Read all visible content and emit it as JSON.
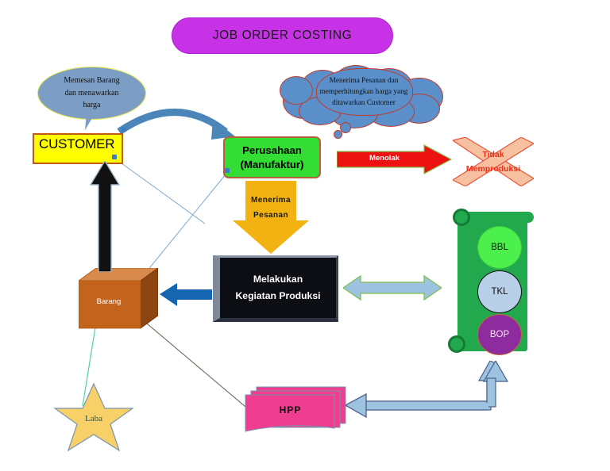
{
  "title": {
    "label": "JOB ORDER COSTING"
  },
  "nodes": {
    "customer": {
      "label": "CUSTOMER",
      "fill": "#ffff00",
      "border": "#c05a10"
    },
    "company": {
      "label": "Perusahaan\n(Manufaktur)",
      "line1": "Perusahaan",
      "line2": "(Manufaktur)",
      "fill": "#33dd33",
      "border": "#b5603a"
    },
    "production": {
      "line1": "Melakukan",
      "line2": "Kegiatan Produksi",
      "fill": "#0d0d14"
    },
    "goods": {
      "label": "Barang",
      "fill": "#c4641c"
    },
    "profit": {
      "label": "Laba",
      "fill": "#f7d067"
    },
    "hpp": {
      "label": "HPP",
      "fill": "#ef3d8f"
    },
    "reject": {
      "line1": "Tidak",
      "line2": "Memproduksi",
      "fill": "#f7c0a0",
      "text_color": "#e8301a"
    }
  },
  "bubbles": {
    "customer_speech": {
      "line1": "Memesan Barang",
      "line2": "dan menawarkan",
      "line3": "harga",
      "fill": "#7d9ec4",
      "border": "#e8e84a"
    },
    "company_thought": {
      "line1": "Menerima Pesanan dan",
      "line2": "memperhitungkan harga yang",
      "line3": "ditawarkan Customer",
      "fill": "#5b8fc9",
      "border": "#c0392b"
    }
  },
  "arrows": {
    "reject": {
      "label": "Menolak",
      "fill": "#ee1111",
      "border": "#7fbf4f"
    },
    "accept": {
      "line1": "Menerima",
      "line2": "Pesanan",
      "fill": "#f2b312"
    },
    "production_to_goods": {
      "label": "",
      "fill": "#1565b0"
    },
    "production_to_resources": {
      "label": "",
      "fill": "#9dc3e0",
      "border": "#7fbf4f"
    },
    "resources_to_hpp": {
      "label": "",
      "fill": "#9dc3e0",
      "border": "#4a5f8a"
    },
    "goods_to_customer": {
      "label": "",
      "fill": "#111111"
    },
    "customer_to_company": {
      "label": "",
      "fill": "#4a86b8"
    }
  },
  "resources": {
    "panel_fill": "#22a84d",
    "items": [
      {
        "label": "BBL",
        "fill": "#4cf04c"
      },
      {
        "label": "TKL",
        "fill": "#b8cfe8"
      },
      {
        "label": "BOP",
        "fill": "#8e2b9e"
      }
    ]
  },
  "connectors": [
    {
      "name": "customer-to-goods-area",
      "color": "#7fa8cc"
    },
    {
      "name": "company-to-goods",
      "color": "#7fa8cc"
    },
    {
      "name": "goods-to-profit",
      "color": "#4fd49a"
    },
    {
      "name": "goods-to-hpp",
      "color": "#6b6b5a"
    }
  ]
}
